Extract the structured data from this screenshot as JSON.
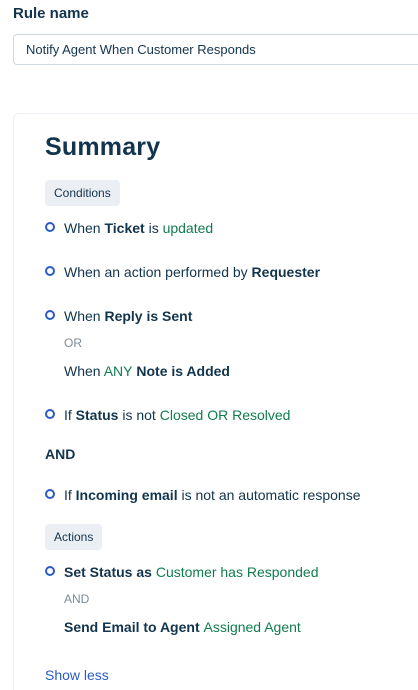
{
  "rule": {
    "label": "Rule name",
    "value": "Notify Agent When Customer Responds"
  },
  "summary": {
    "title": "Summary",
    "conditions_chip": "Conditions",
    "conditions": {
      "c1": {
        "pre": "When ",
        "subject": "Ticket",
        "mid": " is ",
        "value": "updated"
      },
      "c2": {
        "pre": "When an action performed by ",
        "subject": "Requester"
      },
      "c3": {
        "pre": "When ",
        "subject": "Reply is Sent",
        "or_label": "OR",
        "alt_pre": "When ",
        "alt_value": "ANY",
        "alt_subject": " Note is Added"
      },
      "c4": {
        "pre": "If ",
        "subject": "Status",
        "mid": " is not ",
        "value": "Closed OR Resolved"
      }
    },
    "and_label": "AND",
    "condition2": {
      "pre": "If ",
      "subject": "Incoming email",
      "mid": " is not an automatic response"
    },
    "actions_chip": "Actions",
    "actions": {
      "a1": {
        "subject": "Set Status as ",
        "value": "Customer has Responded"
      },
      "and_label": "AND",
      "a2": {
        "subject": "Send Email to Agent ",
        "value": "Assigned Agent"
      }
    },
    "show_less": "Show less"
  }
}
